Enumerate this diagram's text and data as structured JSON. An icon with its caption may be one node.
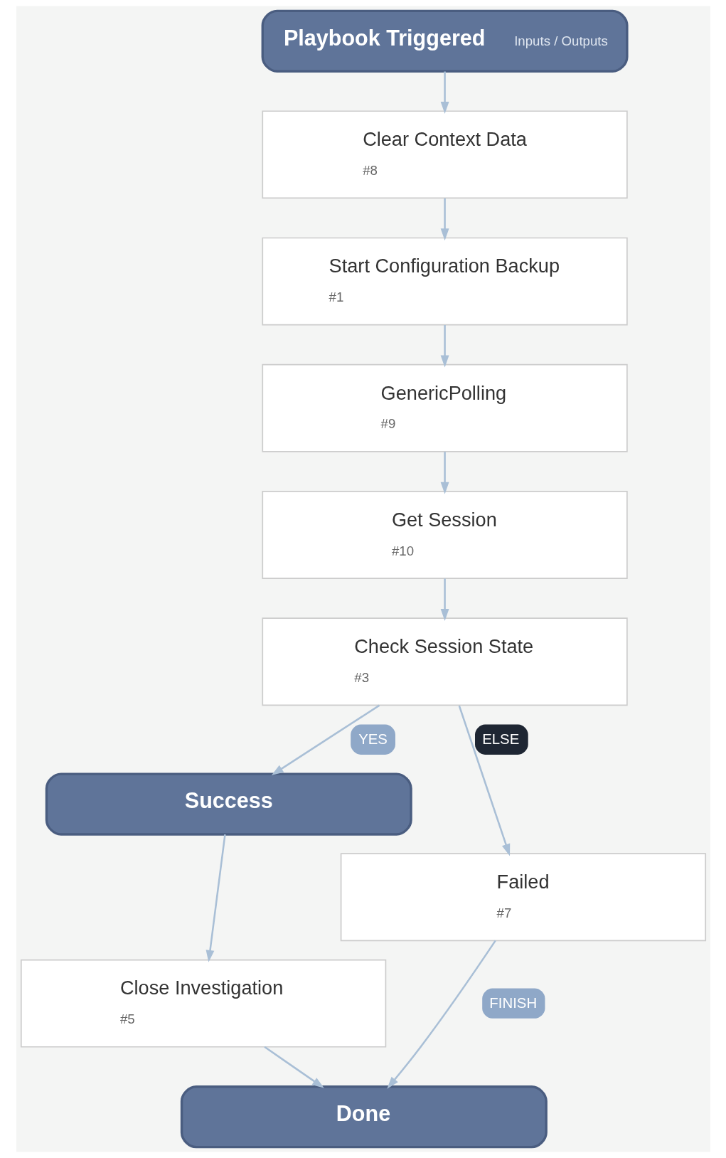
{
  "diagram": {
    "nodes": [
      {
        "text": [
          "Playbook Triggered",
          "Inputs / Outputs"
        ]
      },
      {
        "text": [
          "Clear Context Data",
          "#8"
        ]
      },
      {
        "text": [
          "Start Configuration Backup",
          "#1"
        ]
      },
      {
        "text": [
          "GenericPolling",
          "#9"
        ]
      },
      {
        "text": [
          "Get Session",
          "#10"
        ]
      },
      {
        "text": [
          "Check Session State",
          "#3"
        ]
      },
      {
        "text": [
          "Success"
        ]
      },
      {
        "text": [
          "Failed",
          "#7"
        ]
      },
      {
        "text": [
          "Close Investigation",
          "#5"
        ]
      },
      {
        "text": [
          "Done"
        ]
      }
    ],
    "edges": [
      {
        "from": 0,
        "to": 1,
        "arrow": "to"
      },
      {
        "from": 1,
        "to": 2,
        "arrow": "to"
      },
      {
        "from": 2,
        "to": 3,
        "arrow": "to"
      },
      {
        "from": 3,
        "to": 4,
        "arrow": "to"
      },
      {
        "from": 4,
        "to": 5,
        "arrow": "to"
      },
      {
        "from": 5,
        "to": 6,
        "arrow": "to",
        "label": "YES"
      },
      {
        "from": 5,
        "to": 7,
        "arrow": "to",
        "label": "ELSE"
      },
      {
        "from": 6,
        "to": 8,
        "arrow": "to"
      },
      {
        "from": 8,
        "to": 9,
        "arrow": "to"
      },
      {
        "from": 7,
        "to": 9,
        "arrow": "to",
        "label": "FINISH"
      }
    ]
  }
}
